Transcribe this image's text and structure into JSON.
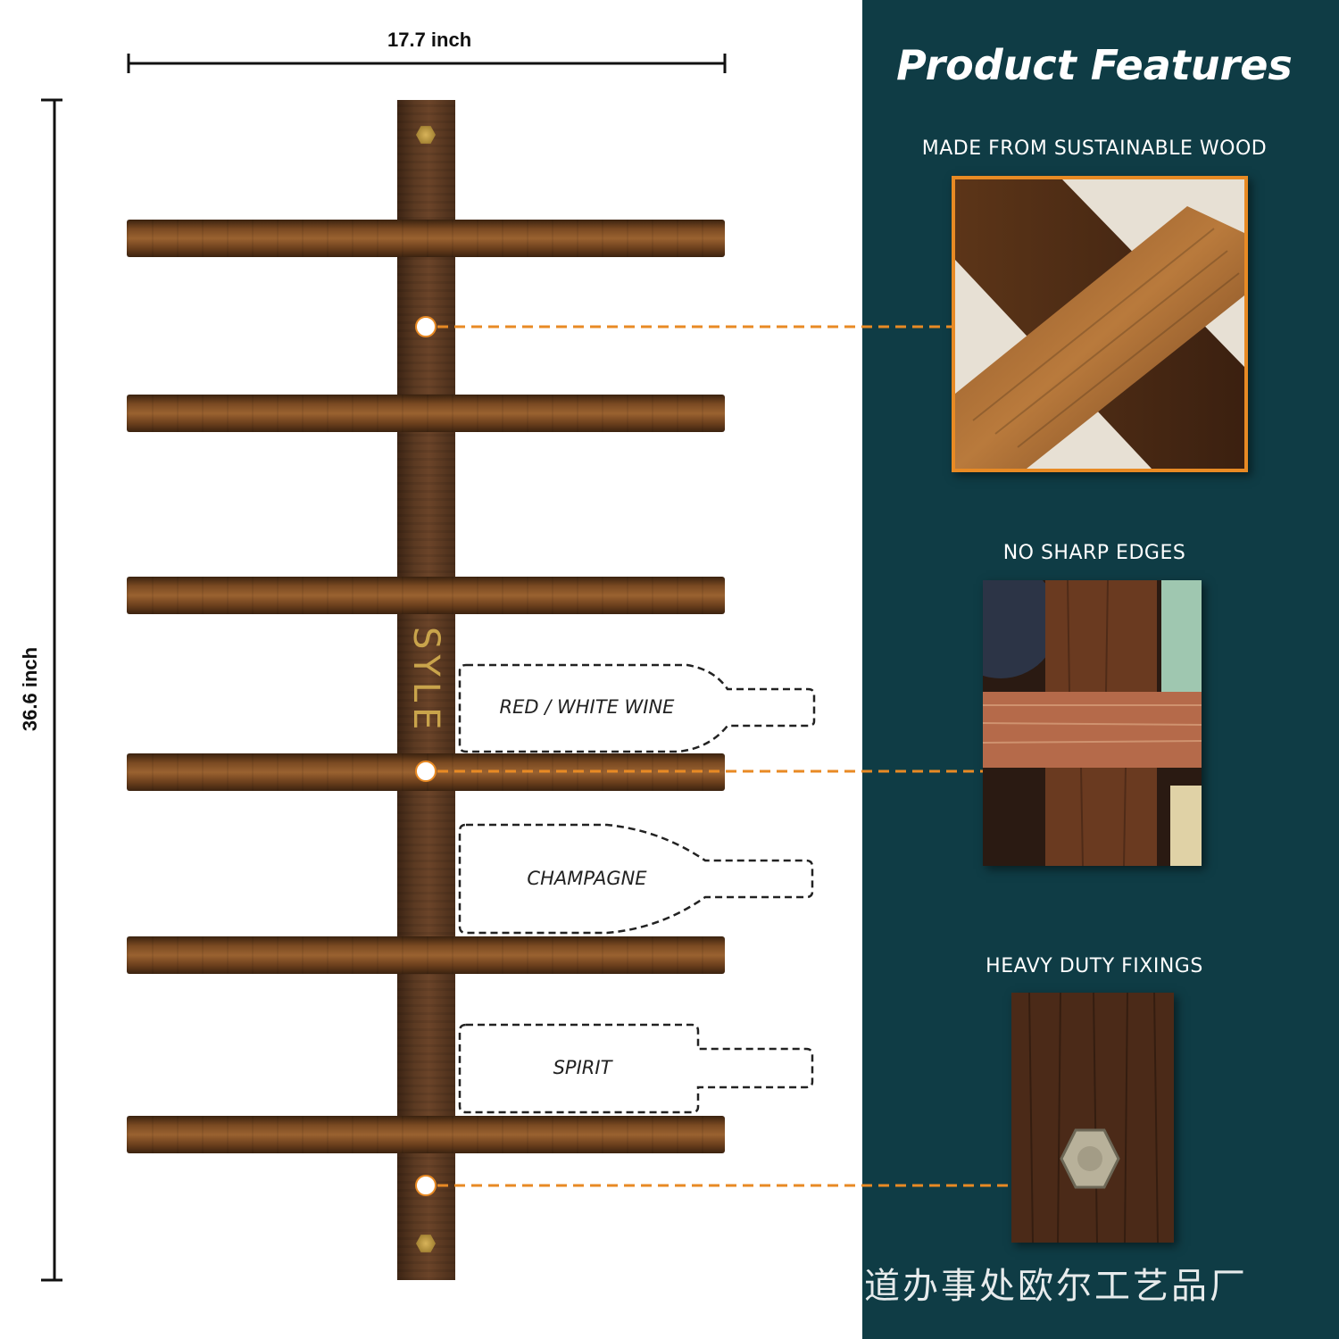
{
  "dimensions": {
    "width": "17.7 inch",
    "height": "36.6 inch"
  },
  "brand_mark": "SYLE",
  "bottles": [
    {
      "label": "RED / WHITE WINE"
    },
    {
      "label": "CHAMPAGNE"
    },
    {
      "label": "SPIRIT"
    }
  ],
  "panel": {
    "title": "Product Features",
    "features": [
      {
        "caption": "MADE FROM SUSTAINABLE WOOD"
      },
      {
        "caption": "NO SHARP EDGES"
      },
      {
        "caption": "HEAVY DUTY FIXINGS"
      }
    ]
  },
  "watermark": "道办事处欧尔工艺品厂",
  "colors": {
    "panel_background": "#0f3c45",
    "callout": "#e88a24",
    "wood": "#6b4429"
  }
}
